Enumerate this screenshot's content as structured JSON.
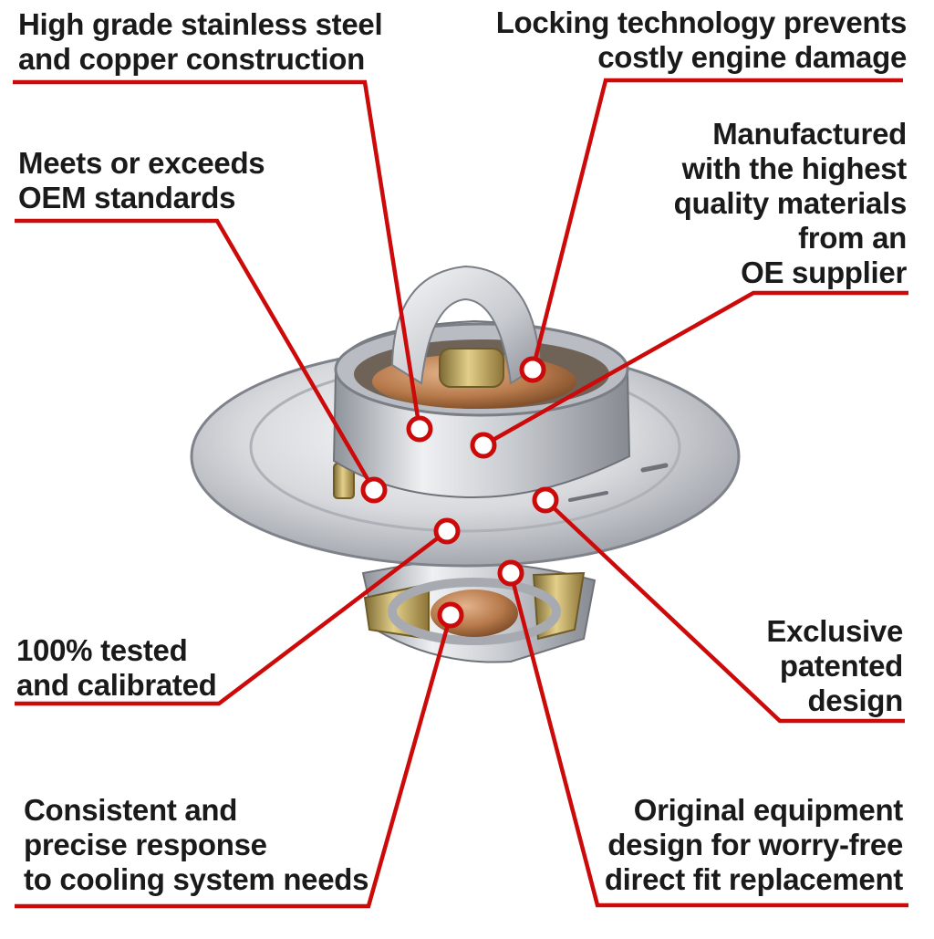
{
  "callouts": {
    "steel": "High grade stainless steel\nand copper construction",
    "locking": "Locking technology prevents\ncostly engine damage",
    "manufactured": "Manufactured\nwith the highest\nquality materials\nfrom an\nOE supplier",
    "oem": "Meets or exceeds\nOEM standards",
    "tested": "100% tested\nand calibrated",
    "exclusive": "Exclusive\npatented\ndesign",
    "consistent": "Consistent and\nprecise response\nto cooling system needs",
    "original": "Original equipment\ndesign for worry-free\ndirect fit replacement"
  },
  "colors": {
    "leader": "#cc0a0a",
    "text": "#1a1a1a",
    "steel_light": "#f2f3f5",
    "steel_mid": "#c3c6cc",
    "steel_dark": "#7d828a",
    "copper": "#b97a4a",
    "brass": "#b59a52"
  }
}
